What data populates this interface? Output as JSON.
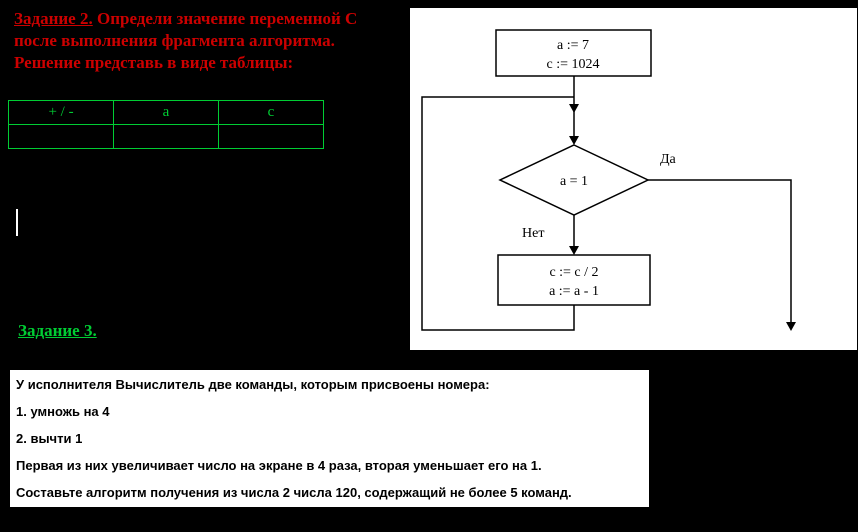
{
  "colors": {
    "background": "#000000",
    "task2_red": "#cc0000",
    "accent_green": "#00cc33",
    "panel_white": "#ffffff",
    "flowchart_ink": "#000000"
  },
  "task2": {
    "title": "Задание 2.",
    "line1": " Определи значение переменной С",
    "line2": "после выполнения фрагмента алгоритма.",
    "line3": "Решение представь в виде таблицы:",
    "table": {
      "headers": [
        "+ / -",
        "a",
        "c"
      ],
      "row": [
        "",
        "",
        ""
      ]
    }
  },
  "task3": {
    "title": "Задание 3."
  },
  "flowchart": {
    "init_line1": "a := 7",
    "init_line2": "c := 1024",
    "condition": "a = 1",
    "yes": "Да",
    "no": "Нет",
    "body_line1": "c := c / 2",
    "body_line2": "a := a - 1"
  },
  "instructions": {
    "line1": "У исполнителя Вычислитель две команды, которым присвоены номера:",
    "line2": "1. умножь на 4",
    "line3": "2. вычти 1",
    "line4": "Первая из них увеличивает число на экране в 4 раза, вторая уменьшает его на 1.",
    "line5a": "Составьте алгоритм получения ",
    "line5b": "из числа 2 числа 120",
    "line5c": ", содержащий не более 5 команд."
  }
}
